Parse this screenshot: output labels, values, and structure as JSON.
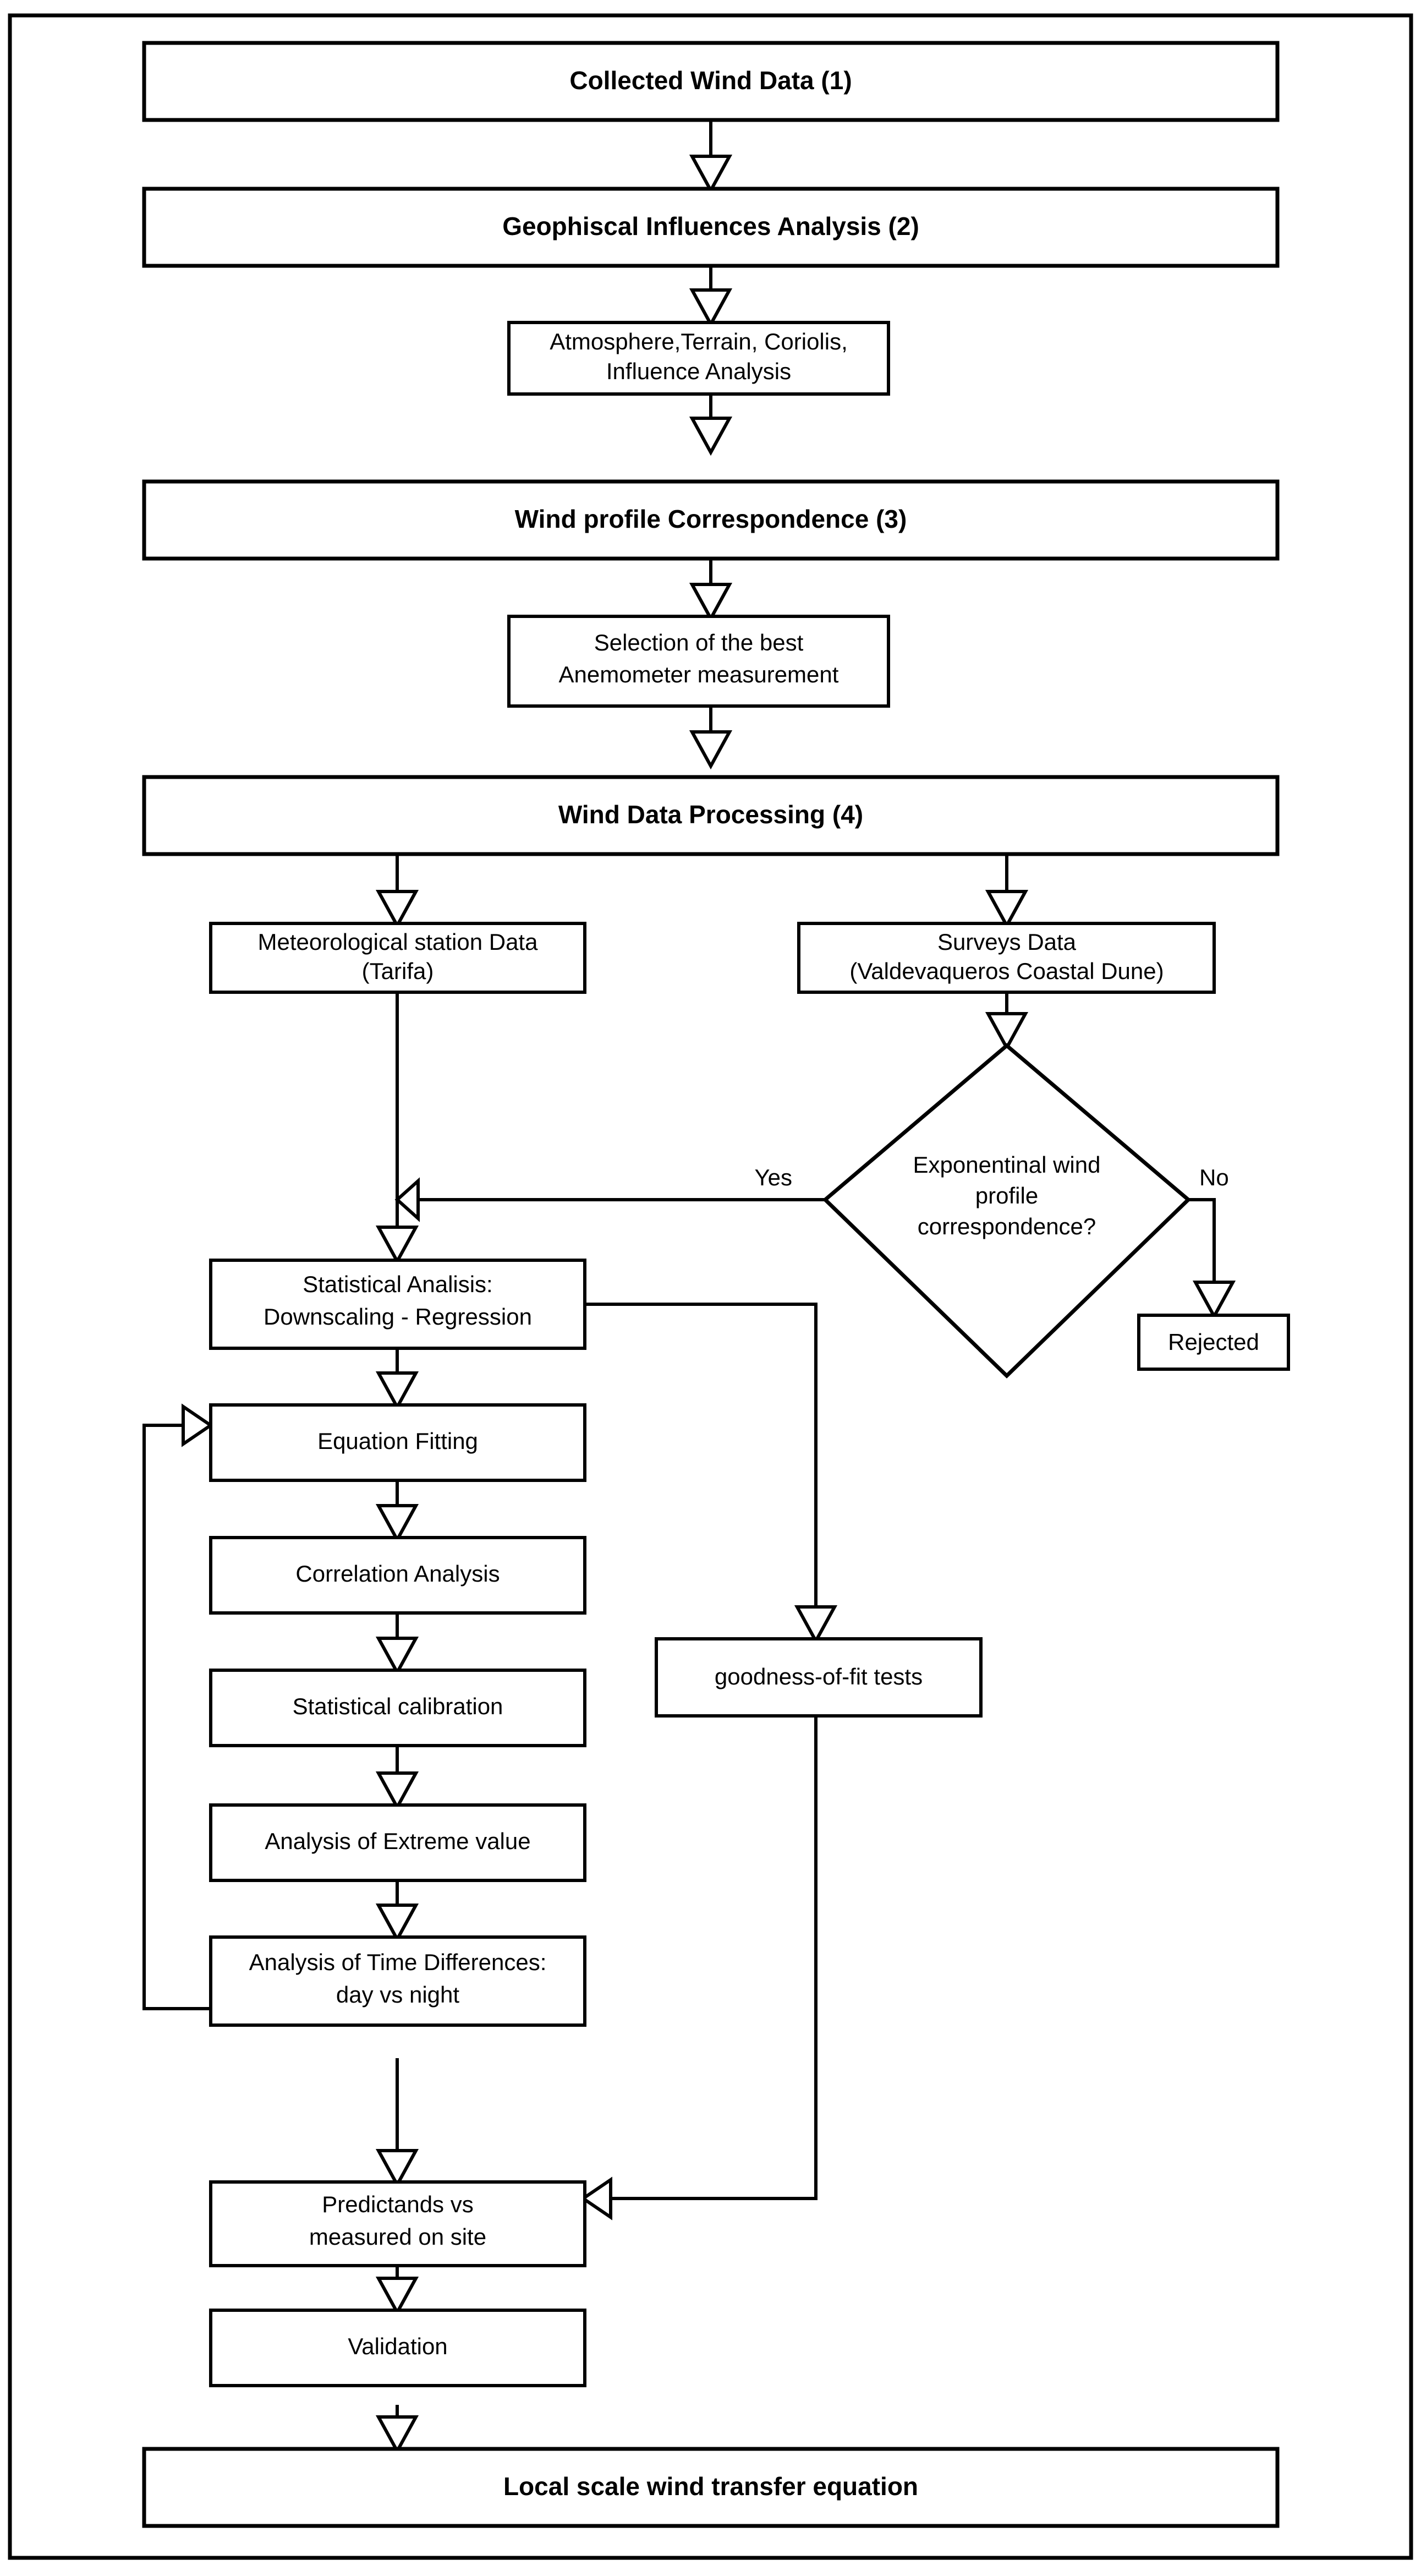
{
  "diagram": {
    "title": "Wind data downscaling methodology flowchart",
    "type": "flowchart",
    "background_color": "#ffffff",
    "line_color": "#000000"
  },
  "nodes": {
    "collected_wind_data": "Collected  Wind Data (1)",
    "geophiscal_influences": "Geophiscal Influences Analysis  (2)",
    "atmosphere_line1": "Atmosphere,Terrain, Coriolis,",
    "atmosphere_line2": "Influence Analysis",
    "wind_profile_correspondence": "Wind profile  Correspondence (3)",
    "selection_line1": "Selection of the best",
    "selection_line2": "Anemometer measurement",
    "wind_data_processing": "Wind Data Processing (4)",
    "meteorological_line1": "Meteorological station Data",
    "meteorological_line2": "(Tarifa)",
    "surveys_line1": "Surveys Data",
    "surveys_line2": "(Valdevaqueros Coastal Dune)",
    "decision_line1": "Exponentinal wind",
    "decision_line2": "profile",
    "decision_line3": "correspondence?",
    "rejected": "Rejected",
    "statistical_analisis_line1": "Statistical Analisis:",
    "statistical_analisis_line2": "Downscaling - Regression",
    "equation_fitting": "Equation Fitting",
    "correlation_analysis": "Correlation Analysis",
    "statistical_calibration": "Statistical calibration",
    "analysis_extreme_value": "Analysis of Extreme value",
    "analysis_time_diff_line1": "Analysis of Time Differences:",
    "analysis_time_diff_line2": "day vs night",
    "goodness_of_fit": "goodness-of-fit tests",
    "predictands_line1": "Predictands vs",
    "predictands_line2": "measured on site",
    "validation": "Validation",
    "local_scale_equation": "Local scale wind transfer equation"
  },
  "edge_labels": {
    "yes": "Yes",
    "no": "No"
  }
}
